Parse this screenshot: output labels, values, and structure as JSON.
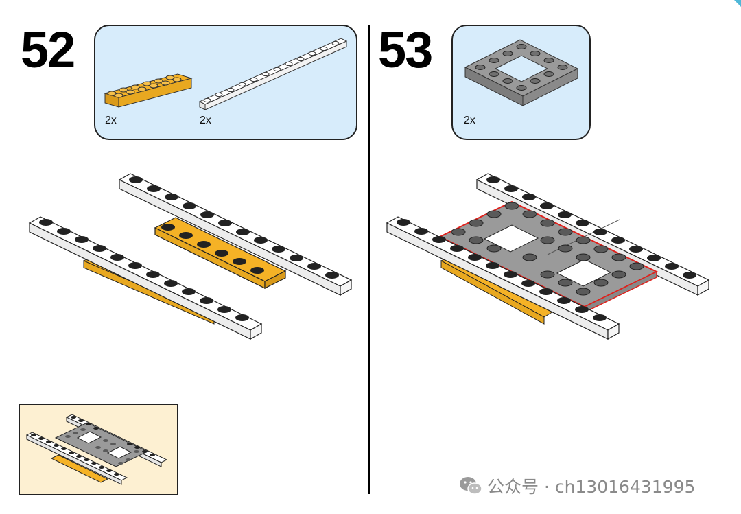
{
  "steps": [
    {
      "number": "52",
      "parts": [
        {
          "name": "orange-plate-2x6",
          "quantity": "2x",
          "color": "#f5b226"
        },
        {
          "name": "white-plate-1x12",
          "quantity": "2x",
          "color": "#ffffff"
        }
      ]
    },
    {
      "number": "53",
      "parts": [
        {
          "name": "gray-frame-plate-4x4",
          "quantity": "2x",
          "color": "#9a9a9a"
        }
      ]
    }
  ],
  "colors": {
    "parts_callout_bg": "#d7ecfb",
    "subassembly_bg": "#fdf0d2",
    "highlight_outline": "#e0201b"
  },
  "watermark": {
    "icon": "wechat-icon",
    "text": "公众号 · ch13016431995"
  }
}
